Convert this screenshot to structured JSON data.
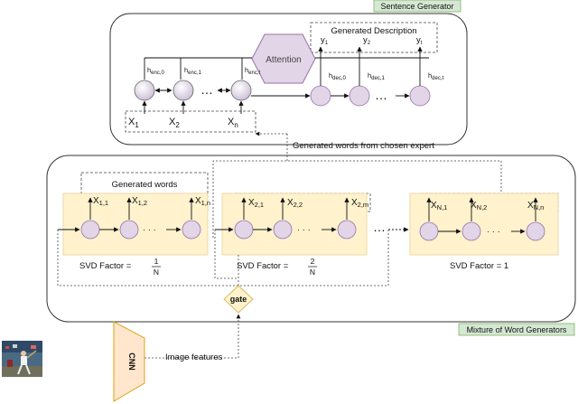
{
  "sentence_generator": {
    "tag": "Sentence Generator",
    "attention": "Attention",
    "generated_description": "Generated Description",
    "y_labels": [
      {
        "base": "y",
        "sub": "1"
      },
      {
        "base": "y",
        "sub": "2"
      },
      {
        "base": "y",
        "sub": "t"
      }
    ],
    "encoder_h": [
      {
        "base": "h",
        "sub": "enc,0"
      },
      {
        "base": "h",
        "sub": "enc,1"
      },
      {
        "base": "h",
        "sub": "enc,t"
      }
    ],
    "decoder_h": [
      {
        "base": "h",
        "sub": "dec,0"
      },
      {
        "base": "h",
        "sub": "dec,1"
      },
      {
        "base": "h",
        "sub": "dec,t"
      }
    ],
    "x_inputs": [
      {
        "base": "X",
        "sub": "1"
      },
      {
        "base": "X",
        "sub": "2"
      },
      {
        "base": "X",
        "sub": "n"
      }
    ],
    "dots": "…"
  },
  "feedback_caption": "Generated words from chosen expert",
  "mixture": {
    "tag": "Mixture of Word Generators",
    "generated_words": "Generated words",
    "between_dots": "…",
    "inner_dots": "· · ·",
    "experts": [
      {
        "outputs": [
          {
            "base": "X",
            "sub": "1,1"
          },
          {
            "base": "X",
            "sub": "1,2"
          },
          {
            "base": "X",
            "sub": "1,n"
          }
        ],
        "svd_prefix": "SVD Factor = ",
        "svd_num": "1",
        "svd_den": "N",
        "svd_plain": ""
      },
      {
        "outputs": [
          {
            "base": "X",
            "sub": "2,1"
          },
          {
            "base": "X",
            "sub": "2,2"
          },
          {
            "base": "X",
            "sub": "2,m"
          }
        ],
        "svd_prefix": "SVD Factor = ",
        "svd_num": "2",
        "svd_den": "N",
        "svd_plain": ""
      },
      {
        "outputs": [
          {
            "base": "X",
            "sub": "N,1"
          },
          {
            "base": "X",
            "sub": "N,2"
          },
          {
            "base": "X",
            "sub": "N,n"
          }
        ],
        "svd_prefix": "",
        "svd_num": "",
        "svd_den": "",
        "svd_plain": "SVD Factor = 1"
      }
    ]
  },
  "gate_label": "gate",
  "cnn_label": "CNN",
  "image_features": "Image features",
  "colors": {
    "tag_fill": "#d5e8d4",
    "tag_stroke": "#82b366",
    "expert_fill": "#fff2cc",
    "expert_stroke": "#d6b656",
    "node_fill": "#e1d5e7",
    "node_stroke": "#9673a6",
    "gate_fill": "#fff2cc",
    "cnn_fill": "#ffe6cc",
    "cnn_stroke": "#d79b00"
  }
}
